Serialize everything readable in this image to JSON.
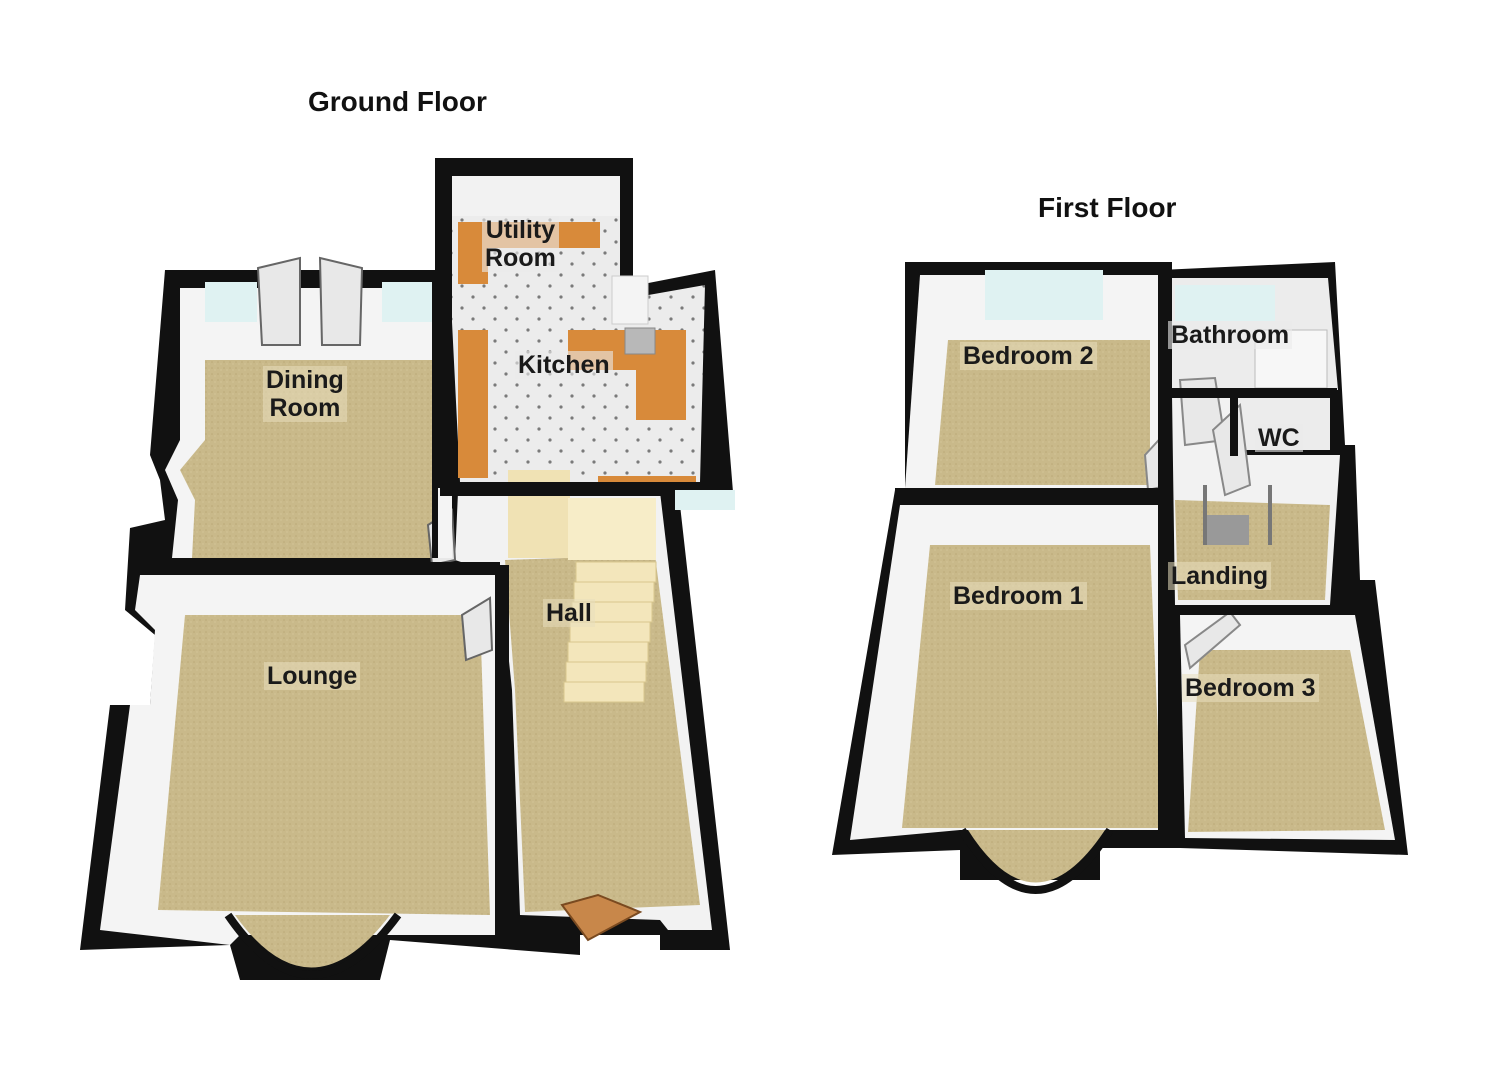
{
  "floors": {
    "ground": {
      "title": "Ground Floor",
      "rooms": {
        "utility": [
          "Utility",
          "Room"
        ],
        "kitchen": "Kitchen",
        "dining": [
          "Dining",
          "Room"
        ],
        "hall": "Hall",
        "lounge": "Lounge"
      }
    },
    "first": {
      "title": "First Floor",
      "rooms": {
        "bedroom2": "Bedroom 2",
        "bathroom": "Bathroom",
        "wc": "WC",
        "landing": "Landing",
        "bedroom1": "Bedroom 1",
        "bedroom3": "Bedroom 3"
      }
    }
  },
  "colors": {
    "carpet": "#c9b98a",
    "wall": "#111111",
    "wall_inner": "#f4f4f4",
    "tile": "#e6e6e6",
    "worktop": "#d88a3a",
    "glass": "#dff2f2"
  }
}
